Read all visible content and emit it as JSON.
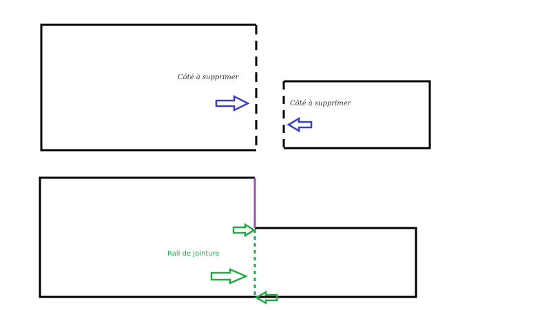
{
  "labels": {
    "side_to_delete_left": "Côté à supprimer",
    "side_to_delete_right": "Côté à supprimer",
    "joining_rail": "Rail de jointure"
  },
  "colors": {
    "outline": "#000000",
    "arrow_blue": "#3b3fc4",
    "arrow_green": "#22a845",
    "edge_purple": "#9b4fb0",
    "text_dark": "#333333",
    "text_green": "#22a845"
  },
  "icons": {
    "arrow": "arrow-right-outline-icon"
  }
}
